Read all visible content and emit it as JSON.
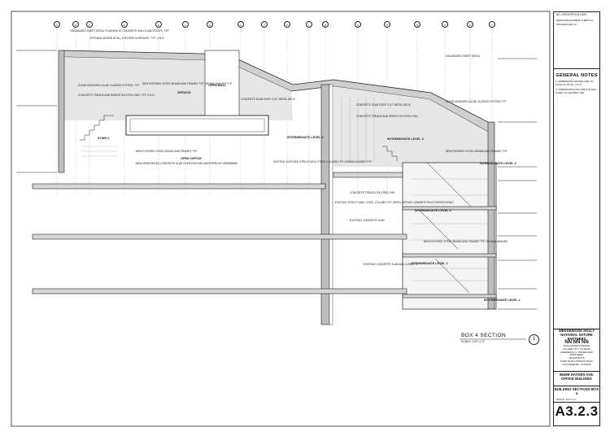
{
  "drawing": {
    "title": "BOX 4 SECTION",
    "scale": "SCALE: 1/4\"=1'-0\"",
    "callout_number": "1",
    "spaces": {
      "stair2": "STAIR 2",
      "open_office": "OPEN OFFICE",
      "service": "SERVICE",
      "open_mall": "OPEN MALL",
      "level3": "INTERMEDIATE LEVEL 3",
      "level2": "INTERMEDIATE LEVEL 2",
      "level1": "INTERMEDIATE LEVEL 1",
      "levelx": "INTERMEDIATE LEVEL X",
      "levelb": "INTERMEDIATE LEVEL 3",
      "level4": "INTERMEDIATE LEVEL 4"
    },
    "notes": {
      "n1": "GALVANIZED SHEET METAL FLASHING AT CONCRETE WALLS AND ROOFS, TYP.",
      "n2": "OPTIONAL BOARD AT ALL EXPOSED SURFACES, TYP. U.N.O.",
      "n3": "CLEAR ANODIZED ALUM. GLAZING SYSTEM, TYP.",
      "n4": "CONCRETE TREADS AND RISERS ON STEEL PAN, TYP. U.N.O.",
      "n5": "NEW EXPOSED STEEL BEAMS AND FRAMES TYP. SHOWN DASHED TYP.",
      "n6": "CONCRETE SLAB OVER 3 1/2\" METAL DECK",
      "n7": "NEW EXPOSED STEEL BEAMS AND FRAMES TYP.",
      "n8": "NEW REINFORCED CONCRETE SLAB OVER EXISTING WATERPROOF MEMBRANE",
      "n9": "EXISTING EXPOSED STRUCTURAL STEEL COLUMN TYP. SHOWN DASHED TYP.",
      "n10": "CONCRETE SLAB OVER 3 1/2\" METAL DECK",
      "n11": "CONCRETE TREADS AND RISERS ON STEEL PAN",
      "n12": "GALVANIZED SHEET METAL",
      "n13": "CLEAR ANODIZED ALUM. GLAZING SYSTEM TYP.",
      "n14": "EXISTING STRUCTURAL STEEL COLUMN TYP. SPRAY APPLIED CEMENTITIOUS FIREPROOFING",
      "n15": "EXISTING CONCRETE SLAB",
      "n16": "NEW EXPOSED STEEL BEAMS AND FRAMES TYP. SHOWN DASHED",
      "n17": "CONCRETE TREADS ON STEEL PAN",
      "n18": "NEW EXPOSED STEEL BEAMS AND FRAMES TYP.",
      "n19": "EXISTING CONCRETE SLAB AND CURB TYP."
    }
  },
  "grid_bubbles": [
    "A",
    "B",
    "C",
    "D",
    "E",
    "F",
    "G",
    "H",
    "J",
    "K",
    "L",
    "M",
    "N",
    "P",
    "Q",
    "R",
    "S",
    "T"
  ],
  "title_block": {
    "revisions_header": "NO.   DESCRIPTION        DATE",
    "revision_rows": [
      "DESIGN DEVELOPMENT SUBMITTAL",
      "PROGRESS SET 1/3"
    ],
    "general_notes_title": "GENERAL NOTES",
    "general_notes": [
      "1. DIMENSIONS SHOWN ARE TO FACE OF STUD, U.N.O.",
      "2. DIMENSIONS FOR STRUCTURAL STEEL TO CENTER LINE"
    ],
    "firm_name": "WEDGEWOOD HOLLY",
    "firm_sub": "NATIONAL NATURE PARTNERS",
    "firm_logo": "NN NN NN",
    "firm_lines": [
      "3240 HAYDEN AVENUE",
      "CULVER CITY, CA 90232",
      "FREDERICK A. FISHER AND PARTNERS",
      "ARCHITECTS",
      "12248 SANTA MONICA BLVD.",
      "LOS ANGELES, CA 90025"
    ],
    "project_name": "5840B HAYDEN AVE. OFFICE BUILDING",
    "sheet_title": "BUILDING SECTIONS BOX 4",
    "scale_note": "SCALE: 1/4\"=1'-0\"",
    "sheet_number": "A3.2.3"
  },
  "colors": {
    "line": "#222222",
    "fill": "#e6e6e6",
    "wall": "#bdbdbd"
  }
}
